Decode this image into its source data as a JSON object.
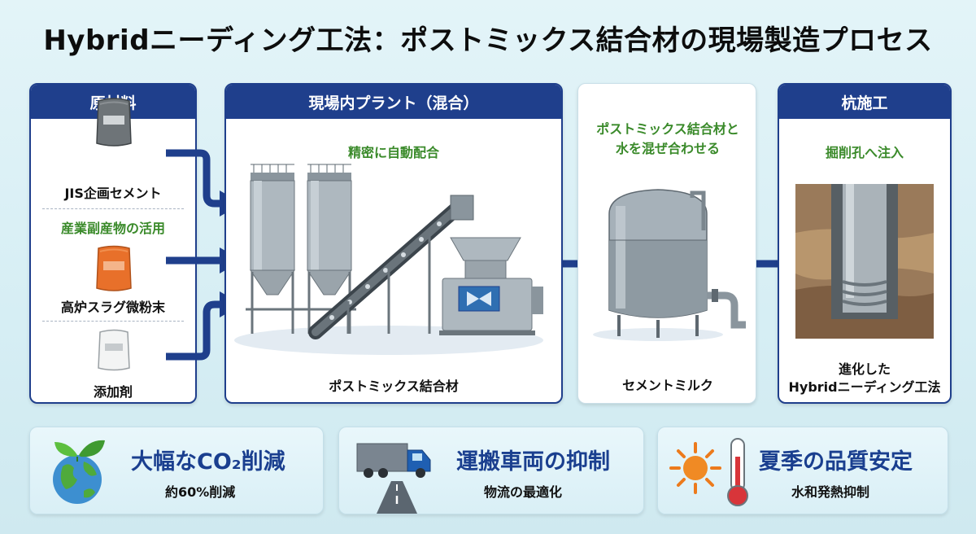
{
  "title": "Hybridニーディング工法：ポストミックス結合材の現場製造プロセス",
  "raw": {
    "header": "原材料",
    "item1": "JIS企画セメント",
    "note": "産業副産物の活用",
    "item2": "高炉スラグ微粉末",
    "item3": "添加剤"
  },
  "plant": {
    "header": "現場内プラント（混合）",
    "caption": "精密に自動配合",
    "product": "ポストミックス結合材"
  },
  "mix": {
    "caption_line1": "ポストミックス結合材と",
    "caption_line2": "水を混ぜ合わせる",
    "product": "セメントミルク"
  },
  "pile": {
    "header": "杭施工",
    "caption": "掘削孔へ注入",
    "result_line1": "進化した",
    "result_line2": "Hybridニーディング工法"
  },
  "benefits": [
    {
      "title": "大幅なCO₂削減",
      "sub": "約60%削減",
      "icon": "earth-leaf-icon"
    },
    {
      "title": "運搬車両の抑制",
      "sub": "物流の最適化",
      "icon": "truck-road-icon"
    },
    {
      "title": "夏季の品質安定",
      "sub": "水和発熱抑制",
      "icon": "sun-thermometer-icon"
    }
  ],
  "colors": {
    "navy": "#1f3f8c",
    "green": "#3a8a2a",
    "orange": "#e8702a",
    "accent_blue": "#1a3f8f"
  }
}
